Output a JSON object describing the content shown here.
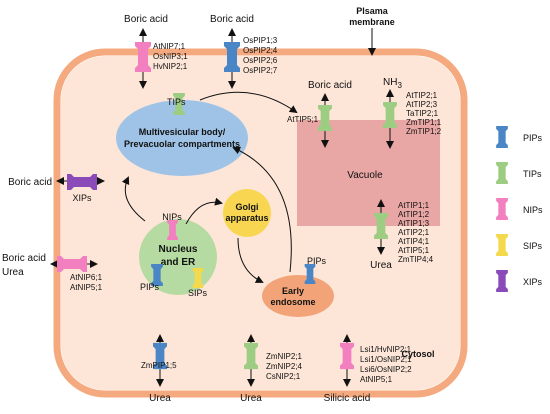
{
  "colors": {
    "cell_wall": "#f4a97e",
    "cytoplasm": "#fde6d8",
    "vacuole": "#e8a7a5",
    "mvb": "#9fc3e6",
    "nucleus": "#b6dba2",
    "golgi": "#f8d652",
    "endosome": "#f2a478",
    "pip": "#4a86c5",
    "tip": "#9ccd82",
    "nip": "#f27fbf",
    "sip": "#f5d94c",
    "xip": "#8a4ab8"
  },
  "labels": {
    "plasma_membrane_1": "Plsama",
    "plasma_membrane_2": "membrane",
    "cytosol": "Cytosol",
    "vacuole": "Vacuole",
    "mvb_1": "Multivesicular body/",
    "mvb_2": "Prevacuolar compartments",
    "nucleus_1": "Nucleus",
    "nucleus_2": "and ER",
    "golgi_1": "Golgi",
    "golgi_2": "apparatus",
    "endosome_1": "Early",
    "endosome_2": "endosome"
  },
  "substrates": {
    "boric_top_left": "Boric acid",
    "boric_top_mid": "Boric acid",
    "boric_vac": "Boric acid",
    "nh3": "NH",
    "nh3_sub": "3",
    "boric_xip": "Boric acid",
    "boric_nip": "Boric acid",
    "urea_nip": "Urea",
    "urea_vac": "Urea",
    "urea_bot1": "Urea",
    "urea_bot2": "Urea",
    "silicic": "Silicic acid"
  },
  "channel_labels": {
    "tips_mvb": "TIPs",
    "nips_nuc": "NIPs",
    "pips_nuc": "PIPs",
    "sips_nuc": "SIPs",
    "pips_endo": "PIPs",
    "xips": "XIPs"
  },
  "gene_lists": {
    "top_left": [
      "AtNIP7;1",
      "OsNIP3;1",
      "HvNIP2;1"
    ],
    "top_mid": [
      "OsPIP1;3",
      "OsPIP2;4",
      "OsPIP2;6",
      "OsPIP2;7"
    ],
    "vac_boric": [
      "AtTIP5;1"
    ],
    "vac_nh3": [
      "AtTIP2;1",
      "AtTIP2;3",
      "TaTIP2;1",
      "ZmTIP1;1",
      "ZmTIP1;2"
    ],
    "vac_urea": [
      "AtTIP1;1",
      "AtTIP1;2",
      "AtTIP1;3",
      "AtTIP2;1",
      "AtTIP4;1",
      "AtTIP5;1",
      "ZmTIP4;4"
    ],
    "left_nip": [
      "AtNIP6;1",
      "AtNIP5;1"
    ],
    "bot_pip": [
      "ZmPIP1;5"
    ],
    "bot_nip": [
      "ZmNIP2;1",
      "ZmNIP2;4",
      "CsNIP2;1"
    ],
    "bot_silicic": [
      "Lsi1/HvNIP2;1",
      "Lsi1/OsNIP2;1",
      "Lsi6/OsNIP2;2",
      "AtNIP5;1"
    ]
  },
  "legend": [
    {
      "label": "PIPs",
      "color": "#4a86c5"
    },
    {
      "label": "TIPs",
      "color": "#9ccd82"
    },
    {
      "label": "NIPs",
      "color": "#f27fbf"
    },
    {
      "label": "SIPs",
      "color": "#f5d94c"
    },
    {
      "label": "XIPs",
      "color": "#8a4ab8"
    }
  ]
}
